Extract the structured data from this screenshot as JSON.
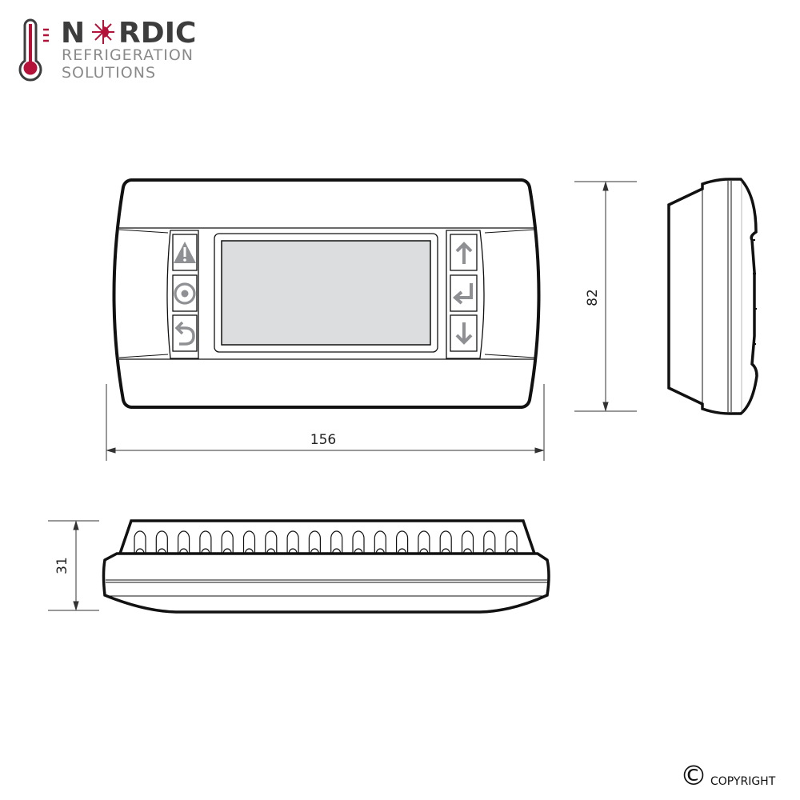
{
  "logo": {
    "brand_prefix": "N",
    "brand_suffix": "RDIC",
    "line2": "REFRIGERATION",
    "line3": "SOLUTIONS",
    "accent_color": "#b5123a"
  },
  "front_view": {
    "buttons_left": [
      "alarm-icon",
      "program-icon",
      "escape-icon"
    ],
    "buttons_right": [
      "up-arrow-icon",
      "enter-icon",
      "down-arrow-icon"
    ],
    "screen_color": "#dcdddf"
  },
  "dimensions": {
    "width": "156",
    "height": "82",
    "depth": "31"
  },
  "footer": {
    "copyright_symbol": "©",
    "copyright_label": "COPYRIGHT"
  }
}
